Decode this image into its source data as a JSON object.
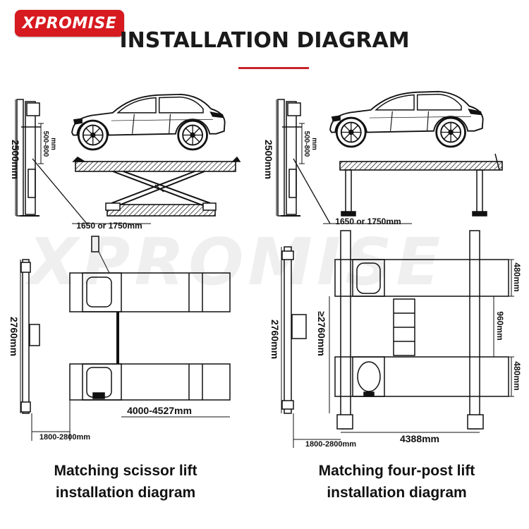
{
  "brand": {
    "logo_text": "XPROMISE",
    "accent_color": "#d71920"
  },
  "title": "INSTALLATION DIAGRAM",
  "watermark": "XPROMISE",
  "left_diagram": {
    "height_dim": "2500mm",
    "platform_dim": "500-800 mm",
    "platform_dim_line1": "500-800",
    "platform_dim_line2": "mm",
    "front_dim": "1650 or 1750mm",
    "plan_depth_dim": "2760mm",
    "plan_width_dim": "4000-4527mm",
    "plan_offset_dim": "1800-2800mm",
    "caption_line1": "Matching scissor lift",
    "caption_line2": "installation diagram"
  },
  "right_diagram": {
    "height_dim": "2500mm",
    "platform_dim_line1": "500-800",
    "platform_dim_line2": "mm",
    "front_dim": "1650 or 1750mm",
    "plan_depth_dim": "2760mm",
    "plan_inner_depth_dim": "≥2760mm",
    "plan_top_dim": "480mm",
    "plan_mid_dim": "960mm",
    "plan_bottom_dim": "480mm",
    "plan_width_dim": "4388mm",
    "plan_offset_dim": "1800-2800mm",
    "caption_line1": "Matching four-post lift",
    "caption_line2": "installation diagram"
  }
}
